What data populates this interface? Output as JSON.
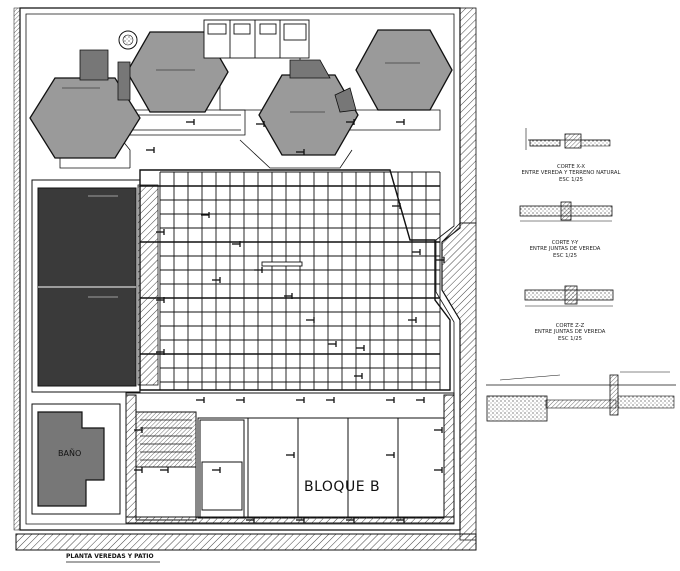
{
  "drawing": {
    "title": "PLANTA VEREDAS Y PATIO",
    "block_label": "BLOQUE B",
    "area_label": "BAÑO"
  },
  "sections": [
    {
      "title": "CORTE X-X",
      "desc": "ENTRE VEREDA Y TERRENO NATURAL",
      "scale": "ESC 1/25"
    },
    {
      "title": "CORTE Y-Y",
      "desc": "ENTRE JUNTAS DE VEREDA",
      "scale": "ESC 1/25"
    },
    {
      "title": "CORTE Z-Z",
      "desc": "ENTRE JUNTAS DE VEREDA",
      "scale": "ESC 1/25"
    }
  ],
  "colors": {
    "line": "#111111",
    "hex_fill": "#9a9a9a",
    "dark_fill": "#3a3a3a",
    "hatch": "#555555",
    "paper": "#ffffff"
  }
}
